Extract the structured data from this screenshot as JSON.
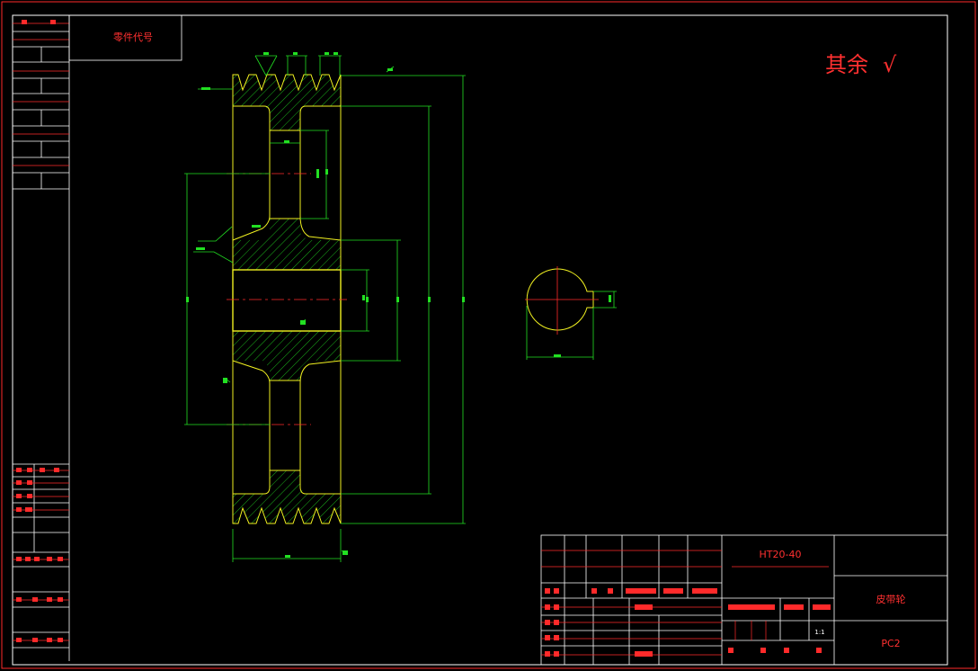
{
  "title_block_top_left": {
    "part_code_label": "零件代号"
  },
  "surface_note": {
    "text": "其余",
    "symbol": "√"
  },
  "title_block": {
    "material": "HT20-40",
    "part_name": "皮带轮",
    "drawing_no": "PC2",
    "scale": "1:1"
  },
  "colors": {
    "background": "#000000",
    "frame_red": "#ff2a2a",
    "frame_white": "#ffffff",
    "outline_yellow": "#f0f020",
    "dimension_green": "#22e022",
    "hatch_green": "#22e022",
    "center_red": "#ff2a2a",
    "title_text_red": "#ff3030"
  }
}
